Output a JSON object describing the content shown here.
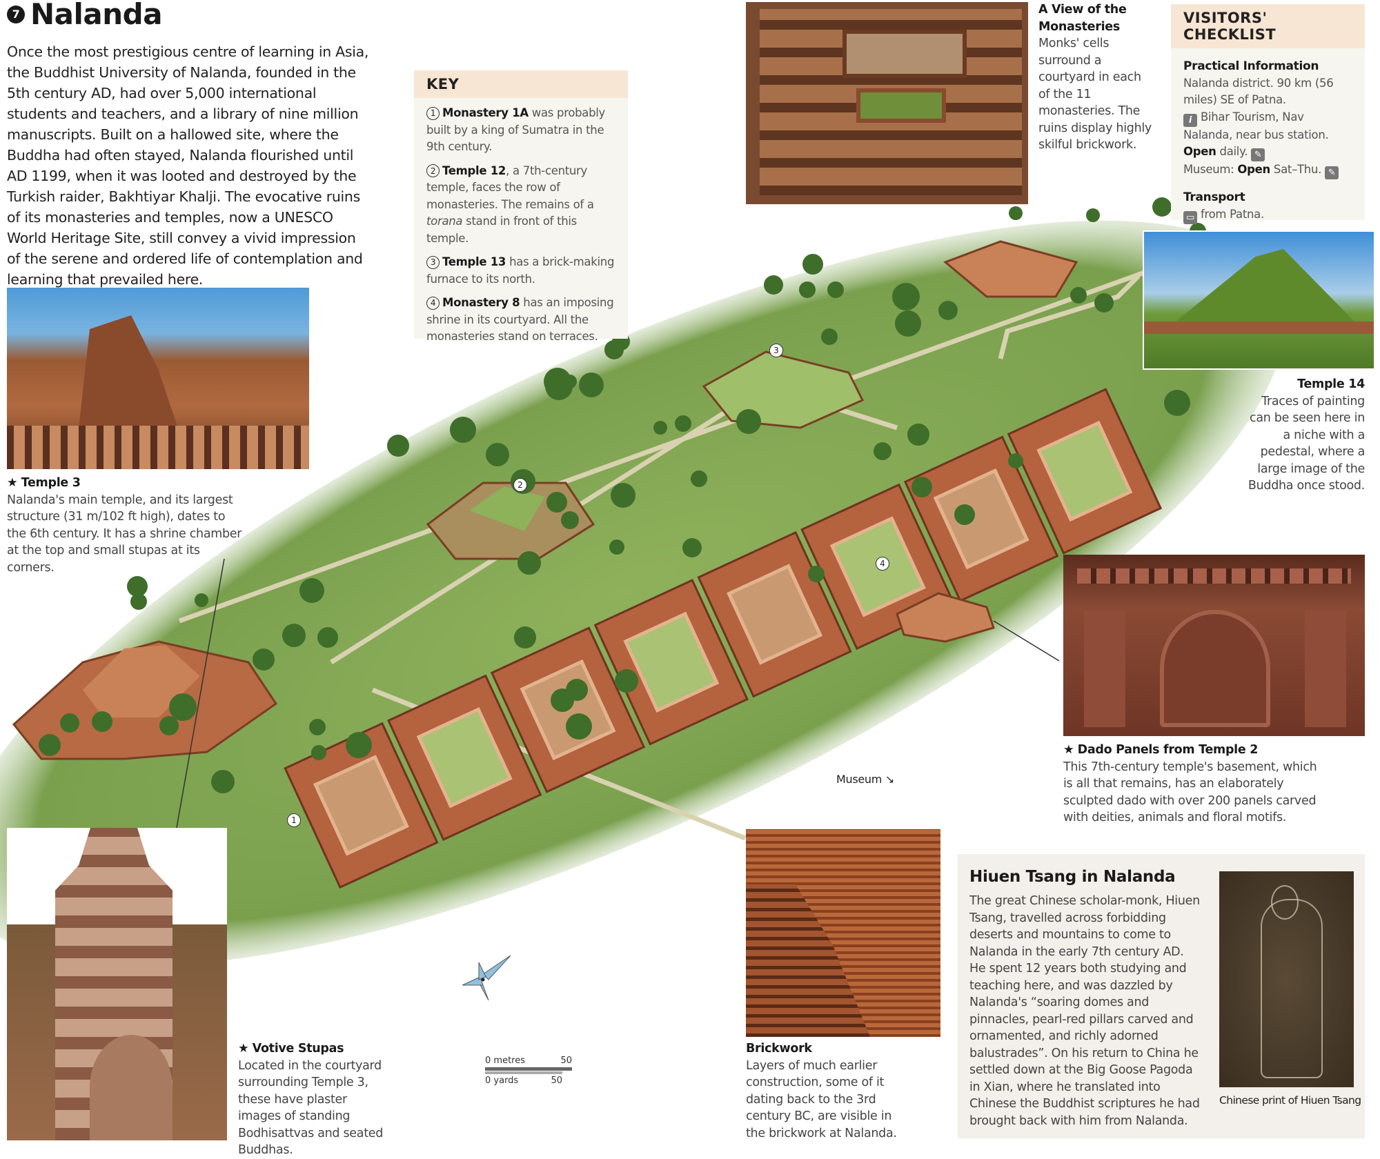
{
  "title": {
    "badge": "7",
    "text": "Nalanda"
  },
  "intro": "Once the most prestigious centre of learning in Asia, the Buddhist University of Nalanda, founded in the 5th century AD, had over 5,000 international students and teachers, and a library of nine million manuscripts. Built on a hallowed site, where the Buddha had often stayed, Nalanda flourished until AD 1199, when it was looted and destroyed by the Turkish raider, Bakhtiyar Khalji. The evocative ruins of its monasteries and temples, now a UNESCO World Heritage Site, still convey a vivid impression of the serene and ordered life of contemplation and learning that prevailed here.",
  "temple3": {
    "star": "★",
    "title": "Temple 3",
    "text": "Nalanda's main temple, and its largest structure (31 m/102 ft high), dates to the 6th century. It has a shrine chamber at the top and small stupas at its corners."
  },
  "key": {
    "heading": "KEY",
    "items": [
      {
        "num": "1",
        "name": "Monastery 1A",
        "text": " was probably built by a king of Sumatra in the 9th century."
      },
      {
        "num": "2",
        "name": "Temple 12",
        "text": ", a 7th-century temple, faces the row of monasteries. The remains of a ",
        "italic": "torana",
        "text2": " stand in front of this temple."
      },
      {
        "num": "3",
        "name": "Temple 13",
        "text": " has a brick-making furnace to its north."
      },
      {
        "num": "4",
        "name": "Monastery 8",
        "text": " has an imposing shrine in its courtyard. All the monasteries stand on terraces."
      }
    ]
  },
  "monasteries": {
    "title": "A View of the Monasteries",
    "text": "Monks' cells surround a courtyard in each of the 11 monasteries. The ruins display highly skilful brickwork."
  },
  "checklist": {
    "heading": "VISITORS' CHECKLIST",
    "practical_heading": "Practical Information",
    "location": "Nalanda district. 90 km (56 miles) SE of Patna.",
    "info_icon": "i",
    "tourism": "Bihar Tourism, Nav Nalanda, near bus station.",
    "open_label": "Open",
    "open_text": "daily.",
    "museum_label": "Museum:",
    "museum_open": "Open",
    "museum_days": "Sat–Thu.",
    "transport_heading": "Transport",
    "transport_text": "from Patna."
  },
  "temple14": {
    "title": "Temple 14",
    "text": "Traces of painting can be seen here in a niche with a pedestal, where a large image of the Buddha once stood."
  },
  "dado": {
    "star": "★",
    "title": "Dado Panels from Temple 2",
    "text": "This 7th-century temple's basement, which is all that remains, has an elaborately sculpted dado with over 200 panels carved with deities, animals and floral motifs."
  },
  "map": {
    "museum_label": "Museum",
    "markers": [
      "1",
      "2",
      "3",
      "4"
    ]
  },
  "votive": {
    "star": "★",
    "title": "Votive Stupas",
    "text": "Located in the courtyard surrounding Temple 3, these have plaster images of standing Bodhisattvas and seated Buddhas."
  },
  "scale": {
    "metres": "0 metres",
    "metres_max": "50",
    "yards": "0 yards",
    "yards_max": "50"
  },
  "brickwork": {
    "title": "Brickwork",
    "text": "Layers of much earlier construction, some of it dating back to the 3rd century BC, are visible in the brickwork at Nalanda."
  },
  "hiuen": {
    "title": "Hiuen Tsang in Nalanda",
    "text": "The great Chinese scholar-monk, Hiuen Tsang, travelled across forbidding deserts and mountains to come to Nalanda in the early 7th century AD. He spent 12 years both studying and teaching here, and was dazzled by Nalanda's “soaring domes and pinnacles, pearl-red pillars carved and ornamented, and richly adorned balustrades”. On his return to China he settled down at the Big Goose Pagoda in Xian, where he translated into Chinese the Buddhist scriptures he had brought back with him from Nalanda.",
    "print_caption": "Chinese print of Hiuen Tsang"
  }
}
